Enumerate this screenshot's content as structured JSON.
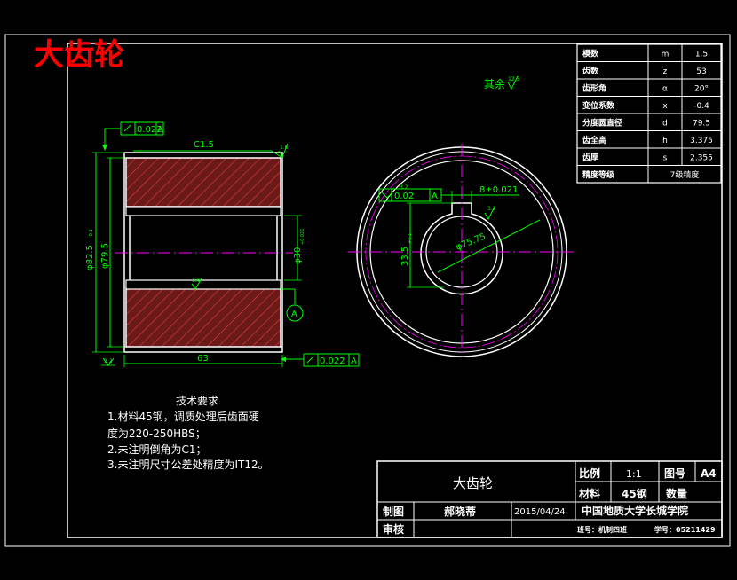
{
  "title_big": "大齿轮",
  "roughness_note": "其余",
  "roughness_note_value": "12.5",
  "colors": {
    "background": "#000000",
    "line": "#ffffff",
    "green": "#00ff00",
    "magenta": "#ff00ff",
    "red": "#ff0000",
    "yellow": "#ffff00",
    "hatch": "#ff4040",
    "body_fill": "#6b1a1a"
  },
  "param_table": [
    {
      "name": "模数",
      "symbol": "m",
      "value": "1.5"
    },
    {
      "name": "齿数",
      "symbol": "z",
      "value": "53"
    },
    {
      "name": "齿形角",
      "symbol": "α",
      "value": "20°"
    },
    {
      "name": "变位系数",
      "symbol": "x",
      "value": "-0.4"
    },
    {
      "name": "分度圆直径",
      "symbol": "d",
      "value": "79.5"
    },
    {
      "name": "齿全高",
      "symbol": "h",
      "value": "3.375"
    },
    {
      "name": "齿厚",
      "symbol": "s",
      "value": "2.355"
    },
    {
      "name": "精度等级",
      "symbol": "",
      "value": "7级精度"
    }
  ],
  "front_view": {
    "tol_left": "0.022",
    "tol_left_datum": "A",
    "chamfer": "C1.5",
    "dim_outer_dia": "φ82.5",
    "dim_outer_tol": "-0.1",
    "dim_pitch_dia": "φ79.5",
    "dim_bore": "φ30",
    "dim_bore_tol": "+0.021",
    "dim_width": "63",
    "datum_label": "A",
    "tol_right": "0.022",
    "tol_right_datum": "A",
    "rough_top": "1.6",
    "rough_mid": "1.6",
    "rough_bottom": "3.2"
  },
  "side_view": {
    "tol": "0.02",
    "tol_datum": "A",
    "rough": "3.2",
    "keyway_width": "8±0.021",
    "keyway_depth": "33.5",
    "keyway_depth_tol": "+0.1",
    "dim_dia": "φ75.75"
  },
  "tech_req": {
    "title": "技术要求",
    "lines": [
      "1.材料45钢，调质处理后齿面硬",
      "度为220-250HBS；",
      "2.未注明倒角为C1；",
      "3.未注明尺寸公差处精度为IT12。"
    ]
  },
  "title_block": {
    "part_name": "大齿轮",
    "scale_label": "比例",
    "scale_value": "1:1",
    "drawing_no_label": "图号",
    "drawing_no_value": "A4",
    "material_label": "材料",
    "material_value": "45钢",
    "quantity_label": "数量",
    "drawn_label": "制图",
    "drawn_name": "郝晓蒂",
    "drawn_date": "2015/04/24",
    "school": "中国地质大学长城学院",
    "review_label": "审核",
    "class_info": "班号：机制四班",
    "student_id": "学号：05211429"
  }
}
